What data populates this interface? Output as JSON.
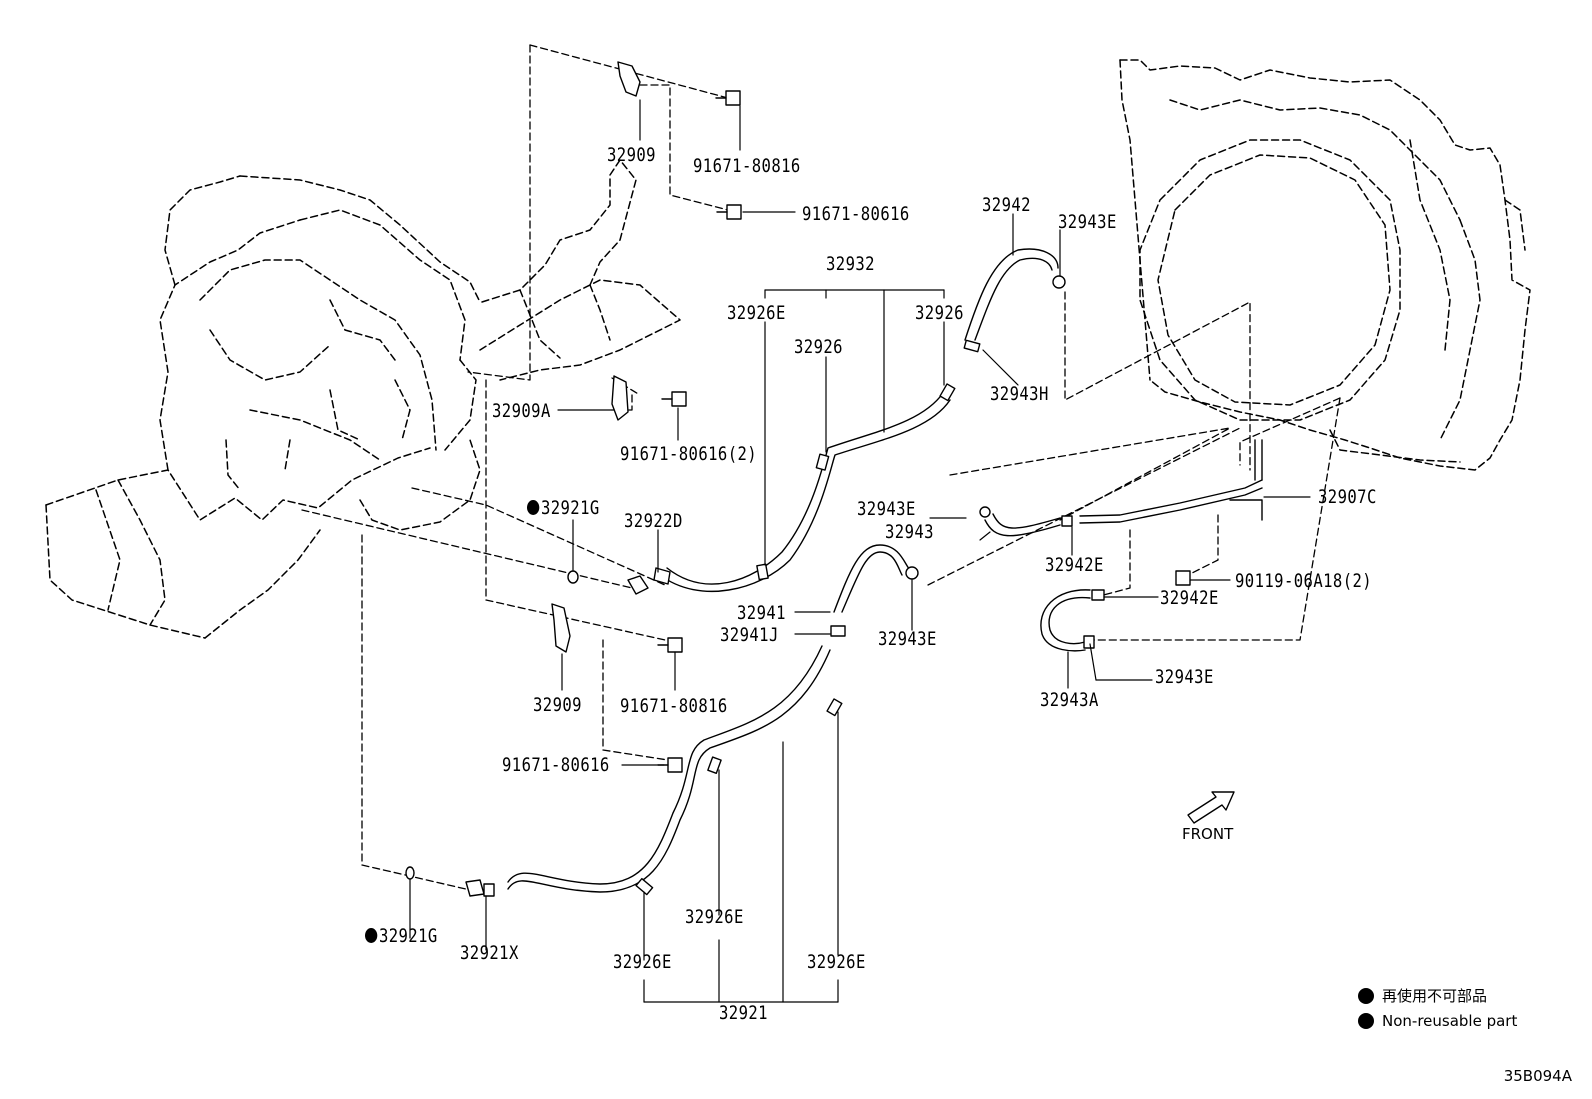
{
  "diagram_code": "35B094A",
  "front_label": "FRONT",
  "legend": {
    "jp": "再使用不可部品",
    "en": "Non-reusable part"
  },
  "labels": {
    "p32909_top": "32909",
    "p91671_80816_top": "91671-80816",
    "p91671_80616_top": "91671-80616",
    "p32909A": "32909A",
    "p91671_80616_2": "91671-80616(2)",
    "p32932": "32932",
    "p32926E_upper": "32926E",
    "p32926_a": "32926",
    "p32926_b": "32926",
    "p32942": "32942",
    "p32943E_top": "32943E",
    "p32943H": "32943H",
    "p32921G_upper": "32921G",
    "p32922D": "32922D",
    "p32943E_mid": "32943E",
    "p32943": "32943",
    "p32907C": "32907C",
    "p32942E_a": "32942E",
    "p90119": "90119-06A18(2)",
    "p32942E_b": "32942E",
    "p32941": "32941",
    "p32941J": "32941J",
    "p32943E_low": "32943E",
    "p32943E_right": "32943E",
    "p32943A": "32943A",
    "p32909_low": "32909",
    "p91671_80816_low": "91671-80816",
    "p91671_80616_low": "91671-80616",
    "p32921G_lower": "32921G",
    "p32921X": "32921X",
    "p32926E_b1": "32926E",
    "p32926E_b2": "32926E",
    "p32926E_b3": "32926E",
    "p32921": "32921"
  }
}
